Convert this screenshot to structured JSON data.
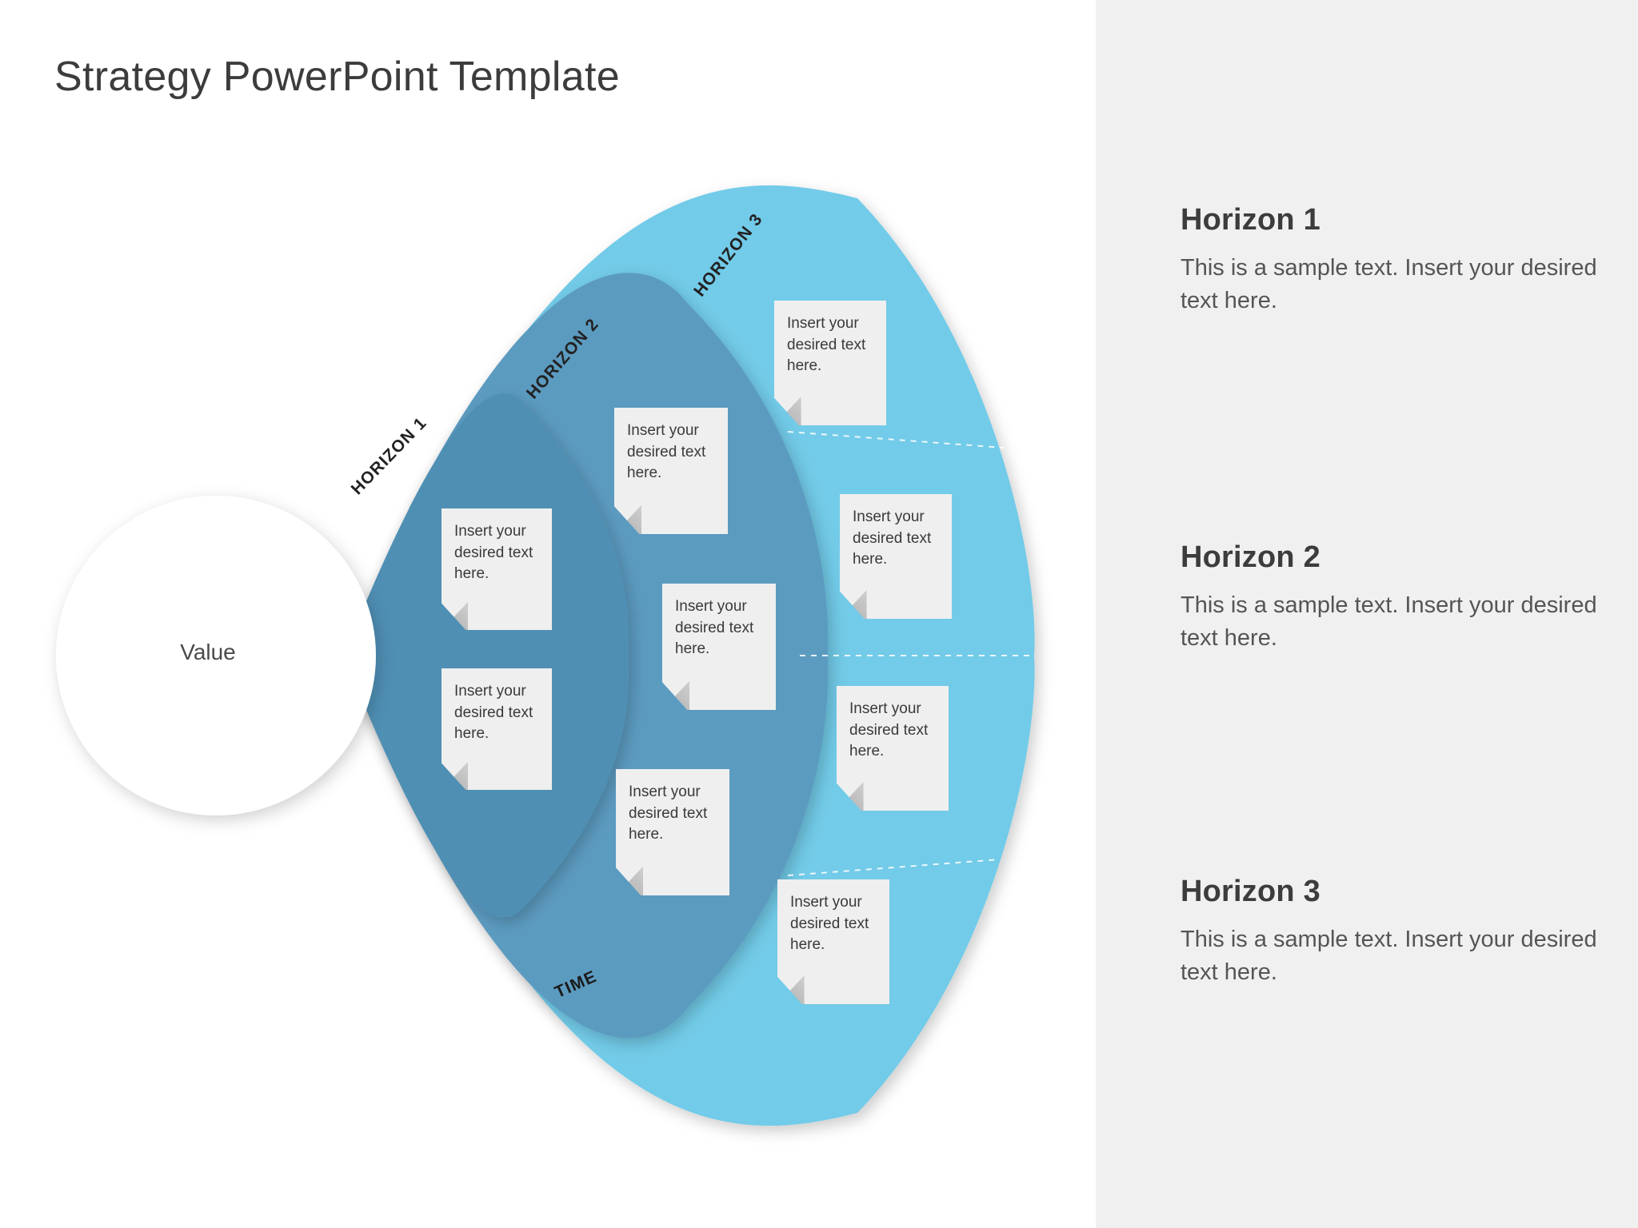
{
  "page_title": "Strategy PowerPoint Template",
  "diagram": {
    "center_label": "Value",
    "time_axis_label": "TIME",
    "horizon_tags": [
      "HORIZON 1",
      "HORIZON 2",
      "HORIZON 3"
    ],
    "note_text": "Insert your desired text here.",
    "colors": {
      "horizon1": "#4f8fb4",
      "horizon2": "#5b9bc0",
      "horizon3": "#72cbe8",
      "note": "#efefef",
      "panel": "#f0f0f0"
    },
    "notes": [
      {
        "id": "h1-note-1",
        "horizon": 1,
        "text": "Insert your desired text here."
      },
      {
        "id": "h1-note-2",
        "horizon": 1,
        "text": "Insert your desired text here."
      },
      {
        "id": "h2-note-1",
        "horizon": 2,
        "text": "Insert your desired text here."
      },
      {
        "id": "h2-note-2",
        "horizon": 2,
        "text": "Insert your desired text here."
      },
      {
        "id": "h2-note-3",
        "horizon": 2,
        "text": "Insert your desired text here."
      },
      {
        "id": "h3-note-1",
        "horizon": 3,
        "text": "Insert your desired text here."
      },
      {
        "id": "h3-note-2",
        "horizon": 3,
        "text": "Insert your desired text here."
      },
      {
        "id": "h3-note-3",
        "horizon": 3,
        "text": "Insert your desired text here."
      },
      {
        "id": "h3-note-4",
        "horizon": 3,
        "text": "Insert your desired text here."
      }
    ]
  },
  "side_panel": {
    "blocks": [
      {
        "title": "Horizon 1",
        "body": "This is a sample text. Insert your desired text here."
      },
      {
        "title": "Horizon 2",
        "body": "This is a sample text. Insert your desired text here."
      },
      {
        "title": "Horizon 3",
        "body": "This is a sample text. Insert your desired text here."
      }
    ]
  }
}
